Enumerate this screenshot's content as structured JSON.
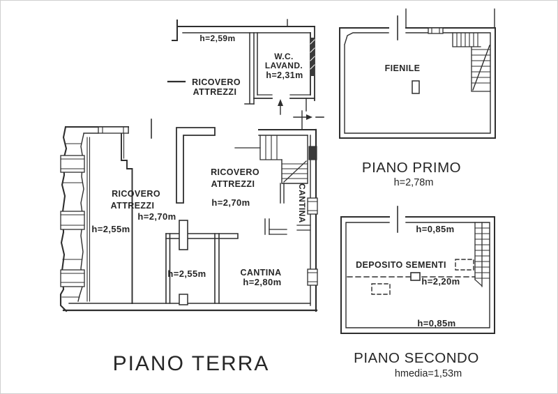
{
  "colors": {
    "ink": "#2e2e2e",
    "paper": "#ffffff",
    "hatch_dark": "#3a3a3a"
  },
  "icons": {
    "stairs": "staircase-icon",
    "up_arrow": "up-arrow-icon",
    "right_arrow": "right-arrow-icon",
    "window": "window-opening",
    "door_gap": "door-opening-marker"
  },
  "plans": {
    "terra": {
      "title": "PIANO TERRA",
      "wing": {
        "wall_height": "h=2,59m",
        "room_line1": "RICOVERO",
        "room_line2": "ATTREZZI",
        "wc_line1": "W.C.",
        "wc_line2": "LAVAND.",
        "wc_height": "h=2,31m"
      },
      "left_room": {
        "name1": "RICOVERO",
        "name2": "ATTREZZI",
        "height": "h=2,70m",
        "height_side": "h=2,55m"
      },
      "mid_room": {
        "name1": "RICOVERO",
        "name2": "ATTREZZI",
        "height": "h=2,70m"
      },
      "small_room": {
        "height": "h=2,55m"
      },
      "cantina_room": {
        "name": "CANTINA",
        "height": "h=2,80m"
      },
      "corridor": {
        "name": "CANTINA"
      }
    },
    "primo": {
      "title": "PIANO PRIMO",
      "height": "h=2,78m",
      "room": "FIENILE"
    },
    "secondo": {
      "title": "PIANO SECONDO",
      "height": "hmedia=1,53m",
      "room": "DEPOSITO SEMENTI",
      "h_top": "h=0,85m",
      "h_mid": "h=2,20m",
      "h_bottom": "h=0,85m"
    }
  }
}
